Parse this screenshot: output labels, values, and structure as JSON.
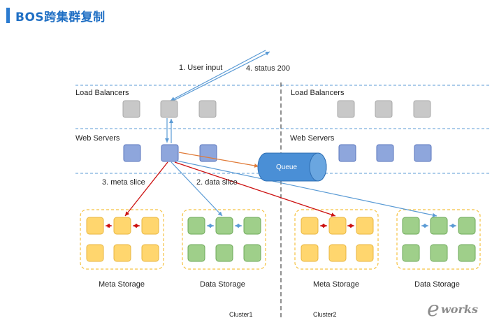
{
  "header": {
    "title": "BOS跨集群复制"
  },
  "tiers": {
    "load_balancers": "Load Balancers",
    "web_servers": "Web Servers"
  },
  "flow": {
    "user_input": "1. User input",
    "status": "4. status 200",
    "data_slice": "2. data slice",
    "meta_slice": "3. meta slice",
    "queue": "Queue"
  },
  "storage": {
    "meta": "Meta Storage",
    "data": "Data Storage"
  },
  "clusters": {
    "left": "Cluster1",
    "right": "Cluster2"
  },
  "logo": {
    "mark": "e",
    "word": "works"
  },
  "colors": {
    "title": "#1f6fc4",
    "lb_node": "#c8c8c8",
    "web_node": "#8ea6dc",
    "meta_node": "#ffd66e",
    "data_node": "#9fcf8a",
    "queue": "#4a8fd6",
    "blue_arrow": "#5b9bd5",
    "red_arrow": "#cc1111",
    "orange_arrow": "#e07b39",
    "group_border": "#f5c242"
  }
}
